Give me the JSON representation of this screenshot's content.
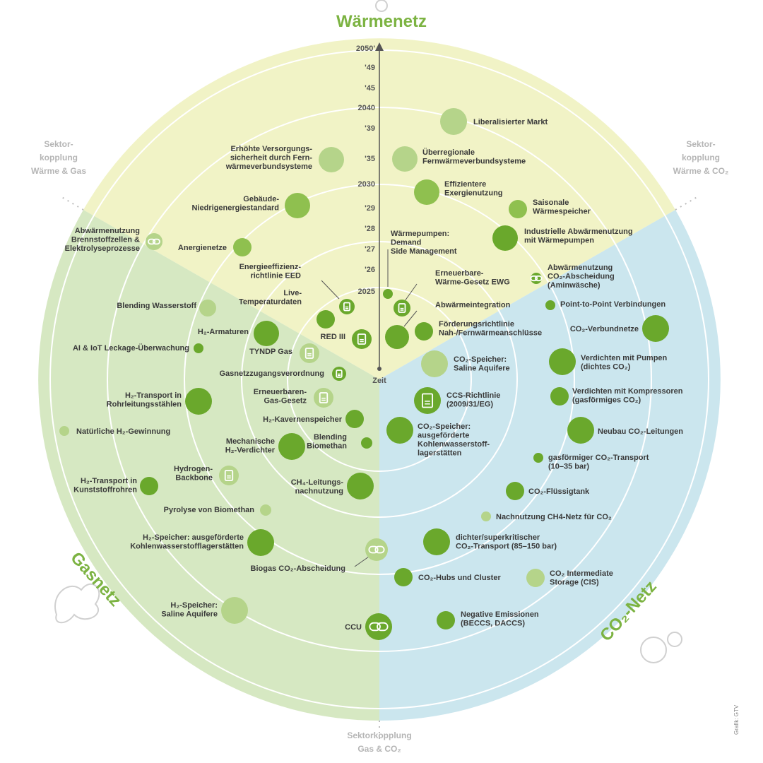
{
  "sectors": {
    "waermenetz": "Wärmenetz",
    "gasnetz": "Gasnetz",
    "co2netz": "CO₂-Netz"
  },
  "couplings": {
    "waerme_gas": [
      "Sektor-",
      "kopplung",
      "Wärme & Gas"
    ],
    "waerme_co2": [
      "Sektor-",
      "kopplung",
      "Wärme & CO₂"
    ],
    "gas_co2": [
      "Sektorkopplung",
      "Gas & CO₂"
    ]
  },
  "axis_label": "Zeit",
  "ticks": [
    "2050'",
    "'49",
    "'45",
    "2040",
    "'39",
    "'35",
    "2030",
    "'29",
    "'28",
    "'27",
    "'26",
    "2025"
  ],
  "credit": "Grafik: GTV",
  "colors": {
    "waerme_bg": "#f1f3c6",
    "gas_bg": "#d6e8c2",
    "co2_bg": "#cbe6ee",
    "green_dark": "#6aa82c",
    "green_light": "#b5d48a",
    "title_green": "#7cb342"
  },
  "items": [
    {
      "id": "liberalisierter-markt",
      "label": [
        "Liberalisierter Markt"
      ],
      "shade": "light",
      "type": "circle"
    },
    {
      "id": "versorgungssicherheit",
      "label": [
        "Erhöhte Versorgungs-",
        "sicherheit durch Fern-",
        "wärmeverbundsysteme"
      ],
      "shade": "light",
      "type": "circle"
    },
    {
      "id": "ueberregionale",
      "label": [
        "Überregionale",
        "Fernwärmeverbundsysteme"
      ],
      "shade": "light",
      "type": "circle"
    },
    {
      "id": "gebaeude",
      "label": [
        "Gebäude-",
        "Niedrigenergiestandard"
      ],
      "shade": "mid",
      "type": "circle"
    },
    {
      "id": "exergie",
      "label": [
        "Effizientere",
        "Exergienutzung"
      ],
      "shade": "mid",
      "type": "circle"
    },
    {
      "id": "saisonale",
      "label": [
        "Saisonale",
        "Wärmespeicher"
      ],
      "shade": "mid",
      "type": "circle"
    },
    {
      "id": "anergienetze",
      "label": [
        "Anergienetze"
      ],
      "shade": "mid",
      "type": "circle"
    },
    {
      "id": "waermepumpen-dsm",
      "label": [
        "Wärmepumpen:",
        "Demand",
        "Side Management"
      ],
      "shade": "dark",
      "type": "circle"
    },
    {
      "id": "industrielle-abwaerme",
      "label": [
        "Industrielle Abwärmenutzung",
        "mit Wärmepumpen"
      ],
      "shade": "dark",
      "type": "circle"
    },
    {
      "id": "abwaerme-brennstoff",
      "label": [
        "Abwärmenutzung",
        "Brennstoffzellen &",
        "Elektrolyseprozesse"
      ],
      "shade": "light",
      "type": "link"
    },
    {
      "id": "eed",
      "label": [
        "Energieeffizienz-",
        "richtlinie EED"
      ],
      "shade": "dark",
      "type": "doc"
    },
    {
      "id": "ewg",
      "label": [
        "Erneuerbare-",
        "Wärme-Gesetz EWG"
      ],
      "shade": "dark",
      "type": "doc"
    },
    {
      "id": "abwaerme-co2",
      "label": [
        "Abwärmenutzung",
        "CO₂-Abscheidung",
        "(Aminwäsche)"
      ],
      "shade": "dark",
      "type": "link"
    },
    {
      "id": "live-temp",
      "label": [
        "Live-",
        "Temperaturdaten"
      ],
      "shade": "dark",
      "type": "circle"
    },
    {
      "id": "red3",
      "label": [
        "RED III"
      ],
      "shade": "dark",
      "type": "doc"
    },
    {
      "id": "abwaermeintegration",
      "label": [
        "Abwärmeintegration"
      ],
      "shade": "dark",
      "type": "circle"
    },
    {
      "id": "foerderrichtlinie",
      "label": [
        "Förderungsrichtlinie",
        "Nah-/Fernwärmeanschlüsse"
      ],
      "shade": "dark",
      "type": "circle"
    },
    {
      "id": "blending-h2",
      "label": [
        "Blending Wasserstoff"
      ],
      "shade": "light",
      "type": "circle"
    },
    {
      "id": "point-to-point",
      "label": [
        "Point-to-Point Verbindungen"
      ],
      "shade": "dark",
      "type": "circle"
    },
    {
      "id": "h2-armaturen",
      "label": [
        "H₂-Armaturen"
      ],
      "shade": "dark",
      "type": "circle"
    },
    {
      "id": "co2-verbundnetze",
      "label": [
        "CO₂-Verbundnetze"
      ],
      "shade": "dark",
      "type": "circle"
    },
    {
      "id": "ai-iot",
      "label": [
        "AI & IoT Leckage-Überwachung"
      ],
      "shade": "dark",
      "type": "circle"
    },
    {
      "id": "tyndp",
      "label": [
        "TYNDP Gas"
      ],
      "shade": "light",
      "type": "doc"
    },
    {
      "id": "co2-speicher-saline",
      "label": [
        "CO₂-Speicher:",
        "Saline Aquifere"
      ],
      "shade": "light",
      "type": "circle"
    },
    {
      "id": "verdichten-pumpen",
      "label": [
        "Verdichten mit Pumpen",
        "(dichtes CO₂)"
      ],
      "shade": "dark",
      "type": "circle"
    },
    {
      "id": "gasnetzzugang",
      "label": [
        "Gasnetzzugangsverordnung"
      ],
      "shade": "dark",
      "type": "doc"
    },
    {
      "id": "h2-transport-stahl",
      "label": [
        "H₂-Transport in",
        "Rohrleitungsstählen"
      ],
      "shade": "dark",
      "type": "circle"
    },
    {
      "id": "erneuerbaren-gas",
      "label": [
        "Erneuerbaren-",
        "Gas-Gesetz"
      ],
      "shade": "light",
      "type": "doc"
    },
    {
      "id": "ccs-richtlinie",
      "label": [
        "CCS-Richtlinie",
        "(2009/31/EG)"
      ],
      "shade": "dark",
      "type": "doc"
    },
    {
      "id": "verdichten-kompressoren",
      "label": [
        "Verdichten mit Kompressoren",
        "(gasförmiges CO₂)"
      ],
      "shade": "dark",
      "type": "circle"
    },
    {
      "id": "natuerliche-h2",
      "label": [
        "Natürliche H₂-Gewinnung"
      ],
      "shade": "light",
      "type": "circle"
    },
    {
      "id": "h2-kavernen",
      "label": [
        "H₂-Kavernenspeicher"
      ],
      "shade": "dark",
      "type": "circle"
    },
    {
      "id": "co2-speicher-kw",
      "label": [
        "CO₂-Speicher:",
        "ausgeförderte",
        "Kohlenwasserstoff-",
        "lagerstätten"
      ],
      "shade": "dark",
      "type": "circle"
    },
    {
      "id": "neubau-co2",
      "label": [
        "Neubau CO₂-Leitungen"
      ],
      "shade": "dark",
      "type": "circle"
    },
    {
      "id": "mech-verdichter",
      "label": [
        "Mechanische",
        "H₂-Verdichter"
      ],
      "shade": "dark",
      "type": "circle"
    },
    {
      "id": "blending-biomethan",
      "label": [
        "Blending",
        "Biomethan"
      ],
      "shade": "dark",
      "type": "circle"
    },
    {
      "id": "gasfoermig-transport",
      "label": [
        "gasförmiger CO₂-Transport",
        "(10–35 bar)"
      ],
      "shade": "dark",
      "type": "circle"
    },
    {
      "id": "h2-kunststoff",
      "label": [
        "H₂-Transport in",
        "Kunststoffrohren"
      ],
      "shade": "dark",
      "type": "circle"
    },
    {
      "id": "hydrogen-backbone",
      "label": [
        "Hydrogen-",
        "Backbone"
      ],
      "shade": "light",
      "type": "doc"
    },
    {
      "id": "ch4-nachnutzung",
      "label": [
        "CH₄-Leitungs-",
        "nachnutzung"
      ],
      "shade": "dark",
      "type": "circle"
    },
    {
      "id": "co2-fluessigtank",
      "label": [
        "CO₂-Flüssigtank"
      ],
      "shade": "dark",
      "type": "circle"
    },
    {
      "id": "pyrolyse",
      "label": [
        "Pyrolyse von Biomethan"
      ],
      "shade": "light",
      "type": "circle"
    },
    {
      "id": "nachnutzung-ch4-co2",
      "label": [
        "Nachnutzung CH4-Netz für CO₂"
      ],
      "shade": "light",
      "type": "circle"
    },
    {
      "id": "h2-speicher-kw",
      "label": [
        "H₂-Speicher: ausgeförderte",
        "Kohlenwasserstofflagerstätten"
      ],
      "shade": "dark",
      "type": "circle"
    },
    {
      "id": "dichter-transport",
      "label": [
        "dichter/superkritischer",
        "CO₂-Transport (85–150 bar)"
      ],
      "shade": "dark",
      "type": "circle"
    },
    {
      "id": "biogas-co2",
      "label": [
        "Biogas CO₂-Abscheidung"
      ],
      "shade": "light",
      "type": "link"
    },
    {
      "id": "co2-hubs",
      "label": [
        "CO₂-Hubs und Cluster"
      ],
      "shade": "dark",
      "type": "circle"
    },
    {
      "id": "co2-cis",
      "label": [
        "CO₂ Intermediate",
        "Storage (CIS)"
      ],
      "shade": "light",
      "type": "circle"
    },
    {
      "id": "h2-speicher-saline",
      "label": [
        "H₂-Speicher:",
        "Saline Aquifere"
      ],
      "shade": "light",
      "type": "circle"
    },
    {
      "id": "ccu",
      "label": [
        "CCU"
      ],
      "shade": "dark",
      "type": "link"
    },
    {
      "id": "negative-emissionen",
      "label": [
        "Negative Emissionen",
        "(BECCS, DACCS)"
      ],
      "shade": "dark",
      "type": "circle"
    }
  ]
}
